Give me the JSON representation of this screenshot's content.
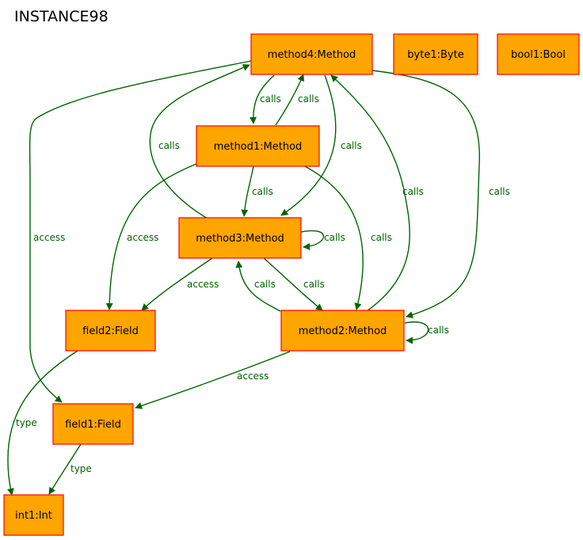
{
  "title": "INSTANCE98",
  "colors": {
    "node_fill": "#ffa500",
    "node_stroke": "#ff0000",
    "edge": "#006400"
  },
  "nodes": {
    "method4": "method4:Method",
    "byte1": "byte1:Byte",
    "bool1": "bool1:Bool",
    "method1": "method1:Method",
    "method3": "method3:Method",
    "field2": "field2:Field",
    "method2": "method2:Method",
    "field1": "field1:Field",
    "int1": "int1:Int"
  },
  "edges": [
    {
      "from": "method4",
      "to": "method1",
      "label": "calls"
    },
    {
      "from": "method1",
      "to": "method4",
      "label": "calls"
    },
    {
      "from": "method3",
      "to": "method4",
      "label": "calls"
    },
    {
      "from": "method4",
      "to": "method3",
      "label": "calls"
    },
    {
      "from": "method2",
      "to": "method4",
      "label": "calls"
    },
    {
      "from": "method4",
      "to": "method2",
      "label": "calls"
    },
    {
      "from": "method4",
      "to": "field1",
      "label": "access"
    },
    {
      "from": "method1",
      "to": "field2",
      "label": "access"
    },
    {
      "from": "method1",
      "to": "method3",
      "label": "calls"
    },
    {
      "from": "method1",
      "to": "method2",
      "label": "calls"
    },
    {
      "from": "method3",
      "to": "method3",
      "label": "calls"
    },
    {
      "from": "method3",
      "to": "field2",
      "label": "access"
    },
    {
      "from": "method3",
      "to": "method2",
      "label": "calls"
    },
    {
      "from": "method2",
      "to": "method3",
      "label": "calls"
    },
    {
      "from": "method2",
      "to": "method2",
      "label": "calls"
    },
    {
      "from": "method2",
      "to": "field1",
      "label": "access"
    },
    {
      "from": "field2",
      "to": "int1",
      "label": "type"
    },
    {
      "from": "field1",
      "to": "int1",
      "label": "type"
    }
  ]
}
